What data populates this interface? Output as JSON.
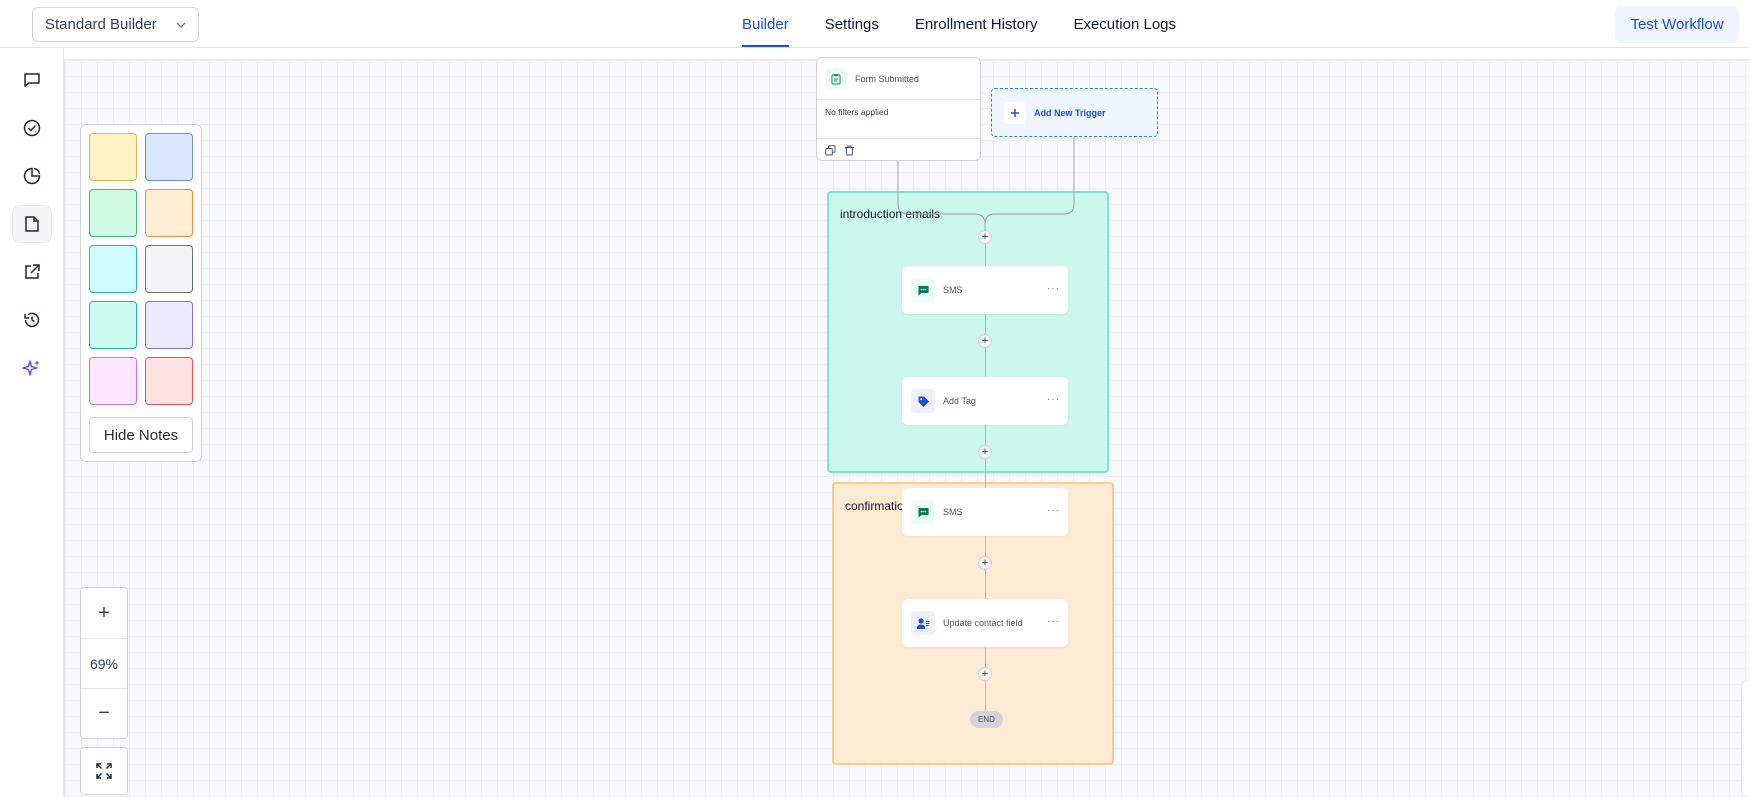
{
  "header": {
    "builder_select": "Standard Builder",
    "tabs": [
      "Builder",
      "Settings",
      "Enrollment History",
      "Execution Logs"
    ],
    "active_tab": "Builder",
    "test_button": "Test Workflow"
  },
  "sidebar": {
    "icons": [
      "chat-bubble-icon",
      "check-circle-icon",
      "pie-chart-icon",
      "document-icon",
      "external-link-icon",
      "history-icon",
      "sparkles-icon"
    ],
    "active": "document-icon"
  },
  "notes": {
    "swatches": [
      {
        "fill": "#fef3c7",
        "border": "#e5b84a"
      },
      {
        "fill": "#dbe7fe",
        "border": "#6b93e6"
      },
      {
        "fill": "#d1fae5",
        "border": "#41b57f"
      },
      {
        "fill": "#ffedd5",
        "border": "#e8924a"
      },
      {
        "fill": "#cffafe",
        "border": "#2bb3c8"
      },
      {
        "fill": "#f3f4f6",
        "border": "#6b7280"
      },
      {
        "fill": "#ccfbf1",
        "border": "#2fb39c"
      },
      {
        "fill": "#ede9fe",
        "border": "#8b6fe0"
      },
      {
        "fill": "#fae8ff",
        "border": "#d56fe6"
      },
      {
        "fill": "#fee2e2",
        "border": "#e05a5a"
      }
    ],
    "hide_label": "Hide Notes"
  },
  "zoom": {
    "plus": "+",
    "level": "69%",
    "minus": "−"
  },
  "workflow": {
    "trigger": {
      "title": "Form Submitted",
      "filters": "No filters applied"
    },
    "add_trigger": "Add New Trigger",
    "groups": [
      {
        "label": "introduction emails",
        "color": "#ccf7ec",
        "border": "#7ee8cf"
      },
      {
        "label": "confirmatio",
        "color": "#ffebd4",
        "border": "#f9cb8f"
      }
    ],
    "steps": [
      {
        "label": "SMS",
        "icon": "sms-icon"
      },
      {
        "label": "Add Tag",
        "icon": "tag-icon"
      },
      {
        "label": "SMS",
        "icon": "sms-icon"
      },
      {
        "label": "Update contact field",
        "icon": "contact-icon"
      }
    ],
    "add_step": "+",
    "end_label": "END"
  }
}
